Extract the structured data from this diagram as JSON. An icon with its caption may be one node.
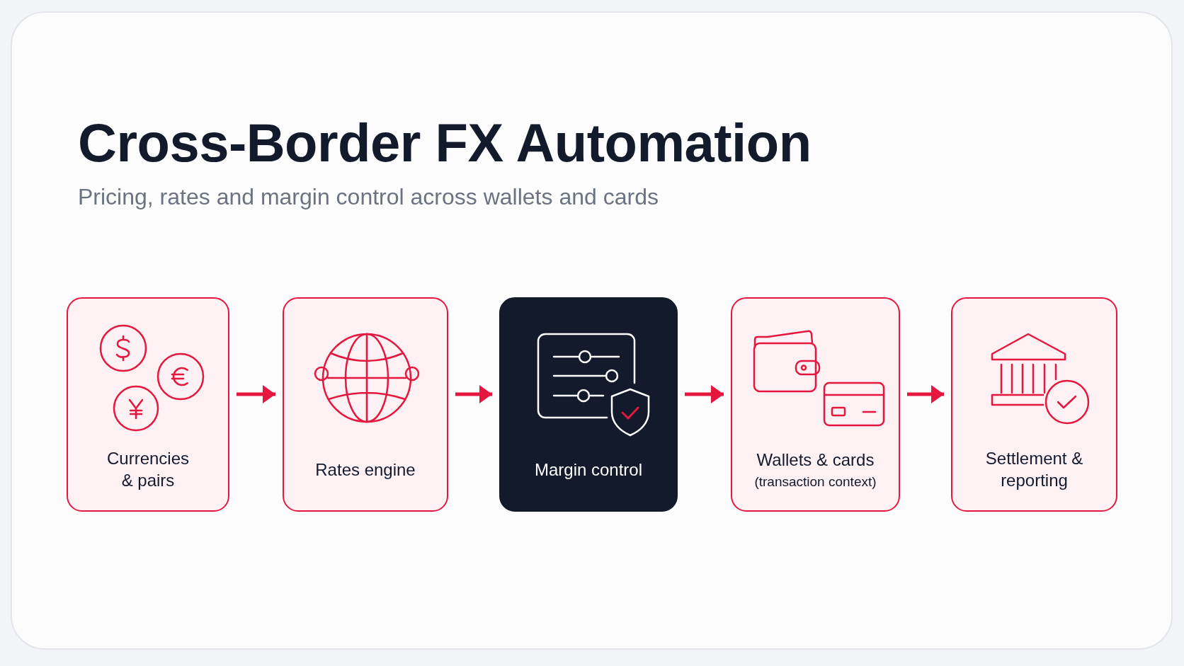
{
  "diagram": {
    "title": "Cross-Border FX Automation",
    "nodes": [
      {
        "text": [
          "Currencies & pairs"
        ]
      },
      {
        "text": [
          "Rates engine"
        ]
      },
      {
        "text": [
          "Margin control"
        ]
      },
      {
        "text": [
          "Wallets & cards",
          "(transaction context)"
        ]
      },
      {
        "text": [
          "Settlement & reporting"
        ]
      }
    ],
    "edges": [
      {
        "from": 0,
        "to": 1,
        "arrow": "to"
      },
      {
        "from": 1,
        "to": 2,
        "arrow": "to"
      },
      {
        "from": 2,
        "to": 3,
        "arrow": "to"
      },
      {
        "from": 3,
        "to": 4,
        "arrow": "to"
      }
    ],
    "labels": [
      "Pricing, rates and margin control across wallets and cards"
    ]
  }
}
